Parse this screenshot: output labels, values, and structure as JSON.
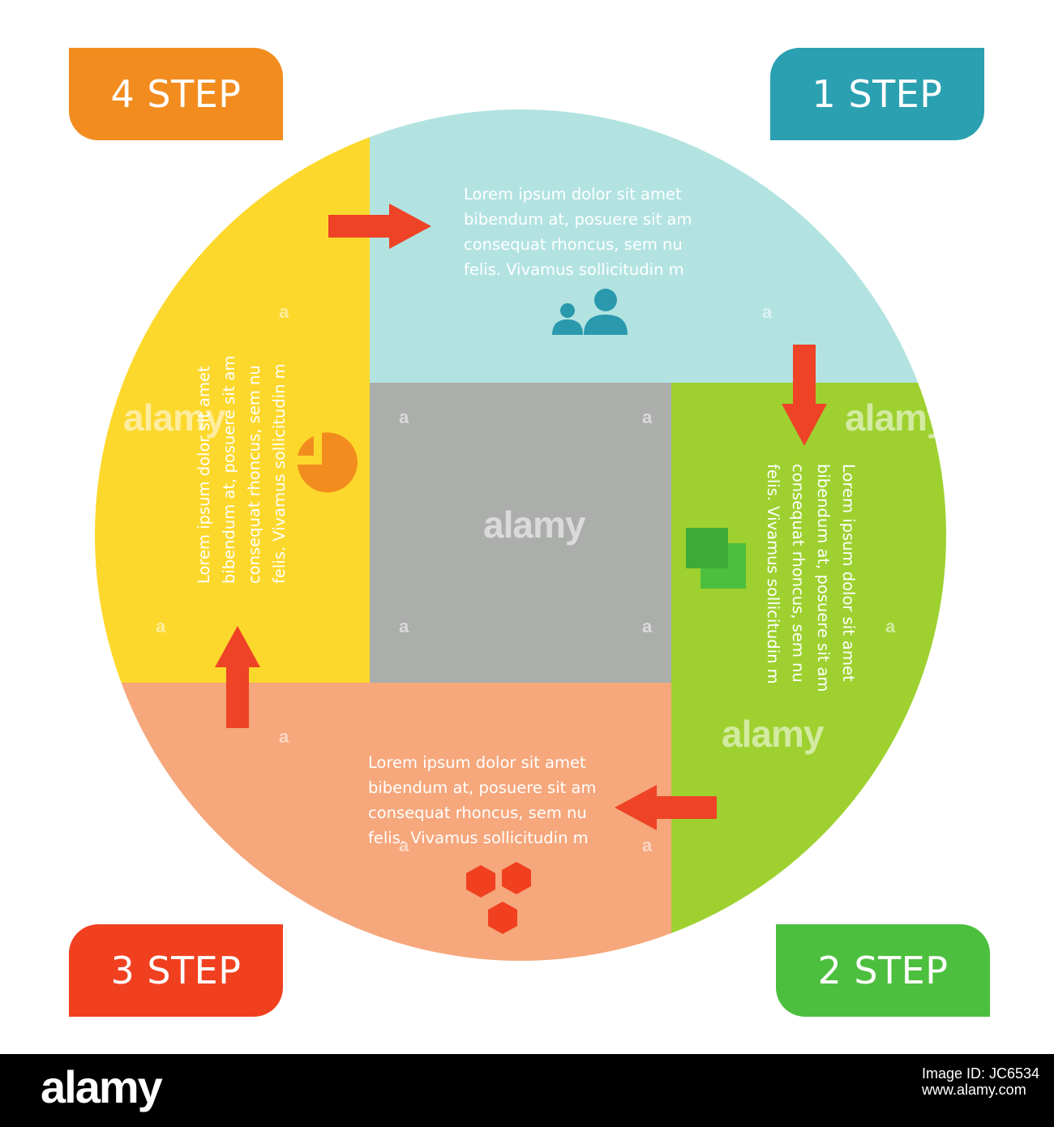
{
  "steps": {
    "step1": {
      "label": "1 STEP",
      "color": "#2ba0b1",
      "segment_color": "#b2e3e1",
      "icon": "people-icon"
    },
    "step2": {
      "label": "2 STEP",
      "color": "#4dbf3e",
      "segment_color": "#9ed130",
      "icon": "overlapping-squares-icon"
    },
    "step3": {
      "label": "3 STEP",
      "color": "#f0401f",
      "segment_color": "#f6a77c",
      "icon": "hexagons-icon"
    },
    "step4": {
      "label": "4 STEP",
      "color": "#f28c1e",
      "segment_color": "#fdd82c",
      "icon": "pie-chart-icon"
    }
  },
  "segments": {
    "top": {
      "lines": [
        "Lorem ipsum dolor sit amet",
        "bibendum at, posuere sit am",
        "consequat rhoncus, sem nu",
        "felis. Vivamus sollicitudin m"
      ]
    },
    "right": {
      "lines": [
        "Lorem ipsum dolor sit amet",
        "bibendum at, posuere sit am",
        "consequat rhoncus, sem nu",
        "felis. Vivamus sollicitudin m"
      ]
    },
    "bottom": {
      "lines": [
        "Lorem ipsum dolor sit amet",
        "bibendum at, posuere sit am",
        "consequat rhoncus, sem nu",
        "felis. Vivamus sollicitudin m"
      ]
    },
    "left": {
      "lines": [
        "Lorem ipsum dolor sit amet",
        "bibendum at, posuere sit am",
        "consequat rhoncus, sem nu",
        "felis. Vivamus sollicitudin m"
      ]
    }
  },
  "center_color": "#acaeac",
  "arrow_color": "#ee4326",
  "watermark": {
    "text": "alamy",
    "short": "a"
  },
  "footer": {
    "logo": "alamy",
    "id_line1": "Image ID: JC6534",
    "id_line2": "www.alamy.com"
  }
}
